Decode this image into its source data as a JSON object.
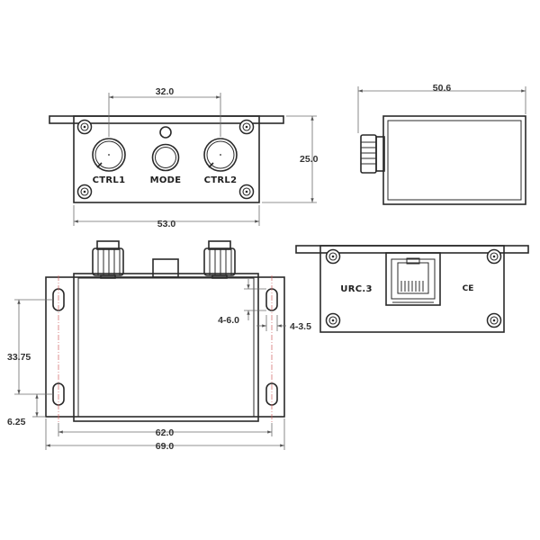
{
  "views": {
    "front": {
      "knob_left_label": "CTRL1",
      "button_label": "MODE",
      "knob_right_label": "CTRL2"
    },
    "rear": {
      "port_label": "URC.3",
      "mark_label": "CE"
    }
  },
  "dimensions": {
    "knob_spacing": "32.0",
    "front_width": "53.0",
    "front_height": "25.0",
    "side_depth": "50.6",
    "slot_length": "4-6.0",
    "slot_width": "4-3.5",
    "slot_pitch": "33.75",
    "slot_offset": "6.25",
    "hole_pitch": "62.0",
    "overall_length": "69.0"
  },
  "colors": {
    "line": "#2a2a2a",
    "dimension_line": "#6b6b6b",
    "center_line": "#d06060"
  }
}
